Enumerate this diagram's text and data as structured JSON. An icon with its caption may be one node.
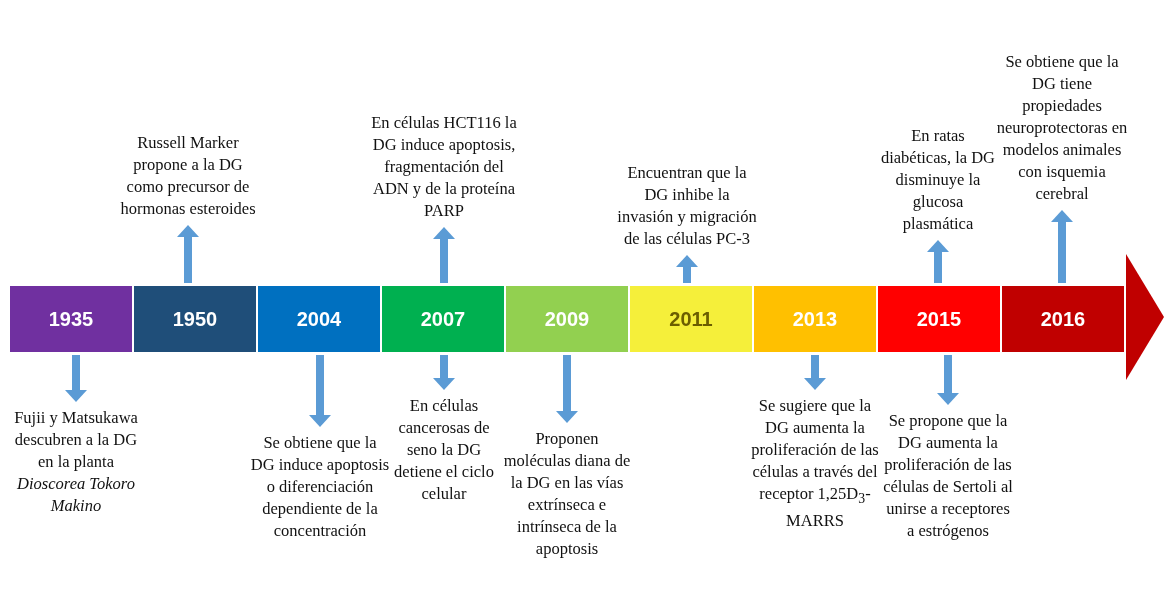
{
  "diagram": {
    "nodes": [
      {
        "text": [
          "1935"
        ]
      },
      {
        "text": [
          "1950"
        ]
      },
      {
        "text": [
          "2004"
        ]
      },
      {
        "text": [
          "2007"
        ]
      },
      {
        "text": [
          "2009"
        ]
      },
      {
        "text": [
          "2011"
        ]
      },
      {
        "text": [
          "2013"
        ]
      },
      {
        "text": [
          "2015"
        ]
      },
      {
        "text": [
          "2016"
        ]
      },
      {
        "text": [
          "Fujii y Matsukawa descubren a la DG en la planta *Dioscorea Tokoro Makino*"
        ]
      },
      {
        "text": [
          "Russell Marker propone a la DG como precursor de hormonas esteroides"
        ]
      },
      {
        "text": [
          "Se obtiene que la DG induce apoptosis o diferenciación dependiente de la concentración"
        ]
      },
      {
        "text": [
          "En células HCT116 la DG induce apoptosis, fragmentación del ADN y de la proteína PARP"
        ]
      },
      {
        "text": [
          "En células cancerosas de seno la DG detiene el ciclo celular"
        ]
      },
      {
        "text": [
          "Proponen moléculas diana de la DG en las vías extrínseca e intrínseca de la apoptosis"
        ]
      },
      {
        "text": [
          "Encuentran que la DG inhibe la invasión y migración de las células PC-3"
        ]
      },
      {
        "text": [
          "Se sugiere que la DG aumenta la proliferación de las células a través del receptor 1,25D$_{3}$-MARRS"
        ]
      },
      {
        "text": [
          "En ratas diabéticas, la DG disminuye la glucosa plasmática"
        ]
      },
      {
        "text": [
          "Se propone que la DG aumenta la proliferación de las células de Sertoli al unirse a receptores a estrógenos"
        ]
      },
      {
        "text": [
          "Se obtiene que la DG tiene propiedades neuroprotectoras en modelos animales con isquemia cerebral"
        ]
      }
    ],
    "edges": [
      {
        "from": 0,
        "to": 9,
        "arrow": "to"
      },
      {
        "from": 1,
        "to": 10,
        "arrow": "to"
      },
      {
        "from": 2,
        "to": 11,
        "arrow": "to"
      },
      {
        "from": 3,
        "to": 12,
        "arrow": "to"
      },
      {
        "from": 3,
        "to": 13,
        "arrow": "to"
      },
      {
        "from": 4,
        "to": 14,
        "arrow": "to"
      },
      {
        "from": 5,
        "to": 15,
        "arrow": "to"
      },
      {
        "from": 6,
        "to": 16,
        "arrow": "to"
      },
      {
        "from": 7,
        "to": 17,
        "arrow": "to"
      },
      {
        "from": 7,
        "to": 18,
        "arrow": "to"
      },
      {
        "from": 8,
        "to": 19,
        "arrow": "to"
      }
    ]
  }
}
